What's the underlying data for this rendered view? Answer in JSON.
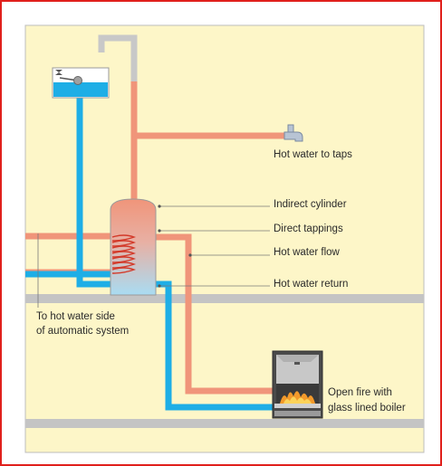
{
  "labels": {
    "hot_water_to_taps": "Hot water to taps",
    "indirect_cylinder": "Indirect cylinder",
    "direct_tappings": "Direct tappings",
    "hot_water_flow": "Hot water flow",
    "hot_water_return": "Hot water return",
    "to_hot_water_side_line1": "To hot water side",
    "to_hot_water_side_line2": "of automatic system",
    "open_fire_line1": "Open fire with",
    "open_fire_line2": "glass lined boiler"
  },
  "colors": {
    "background_panel": "#fdf6c8",
    "hot_pipe": "#f0957a",
    "cold_pipe": "#1eaee6",
    "vent_pipe": "#c8c8c8",
    "floor": "#c4c4c4",
    "water": "#1eaee6",
    "frame_border": "#e0201c"
  },
  "icons": [
    "feed-tank-icon",
    "float-valve-icon",
    "tap-icon",
    "heating-coil-icon",
    "fireplace-icon",
    "flame-icon"
  ]
}
